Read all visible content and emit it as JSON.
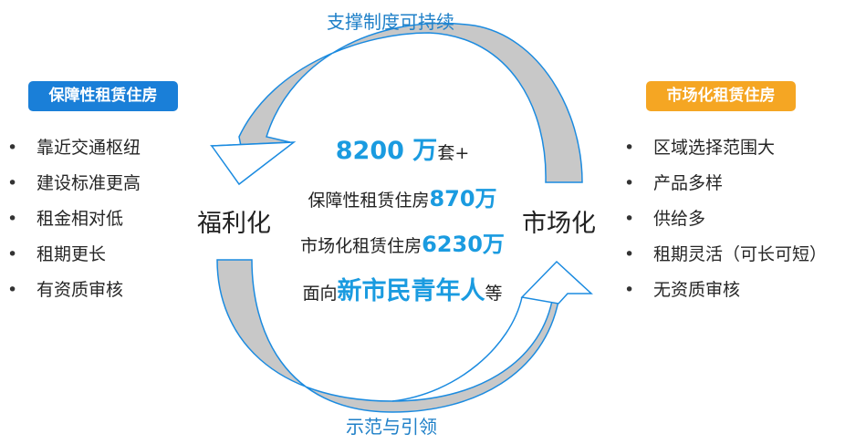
{
  "captions": {
    "top": "支撑制度可持续",
    "bottom": "示范与引领"
  },
  "left_panel": {
    "badge": "保障性租赁住房",
    "bullet": "•",
    "items": [
      "靠近交通枢纽",
      "建设标准更高",
      "租金相对低",
      "租期更长",
      "有资质审核"
    ]
  },
  "right_panel": {
    "badge": "市场化租赁住房",
    "bullet": "•",
    "items": [
      "区域选择范围大",
      "产品多样",
      "供给多",
      "租期灵活（可长可短）",
      "无资质审核"
    ]
  },
  "nodes": {
    "left": "福利化",
    "right": "市场化"
  },
  "center": {
    "line1": {
      "hl": "8200 万",
      "text": "套+"
    },
    "line2": {
      "text": "保障性租赁住房",
      "hl": "870万"
    },
    "line3": {
      "text": "市场化租赁住房",
      "hl": "6230万"
    },
    "line4": {
      "pre": "面向",
      "hl": "新市民青年人",
      "post": "等"
    }
  },
  "colors": {
    "caption_blue": "#1f80c8",
    "highlight_blue": "#1a9be0",
    "badge_blue": "#1a7fd8",
    "badge_orange": "#f5a623",
    "arrow_stroke": "#1b8be0",
    "arrow_fill": "#ffffff",
    "ribbon_fill": "#c8c8c8"
  }
}
